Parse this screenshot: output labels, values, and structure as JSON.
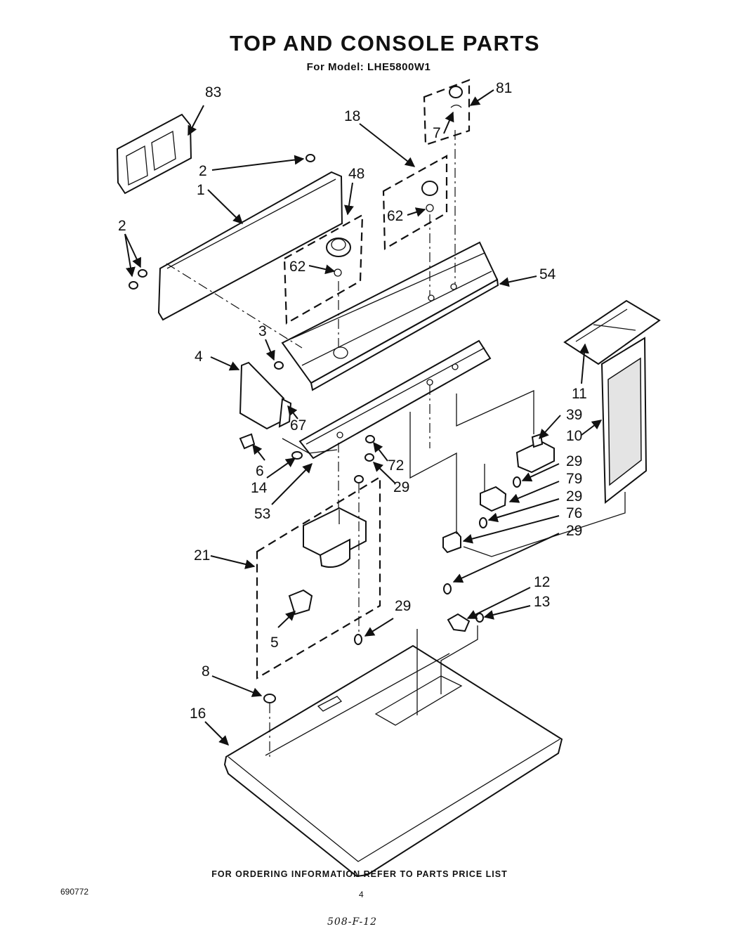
{
  "header": {
    "title": "TOP AND CONSOLE PARTS",
    "subtitle": "For Model: LHE5800W1"
  },
  "callouts": [
    "83",
    "2",
    "1",
    "48",
    "18",
    "62",
    "81",
    "7",
    "54",
    "3",
    "4",
    "67",
    "6",
    "14",
    "53",
    "72",
    "29",
    "11",
    "39",
    "10",
    "79",
    "76",
    "21",
    "12",
    "13",
    "5",
    "8",
    "16"
  ],
  "footer": {
    "note": "FOR ORDERING INFORMATION REFER TO PARTS PRICE LIST",
    "doc_number": "690772",
    "page_number": "4",
    "handwritten": "508-F-12"
  }
}
